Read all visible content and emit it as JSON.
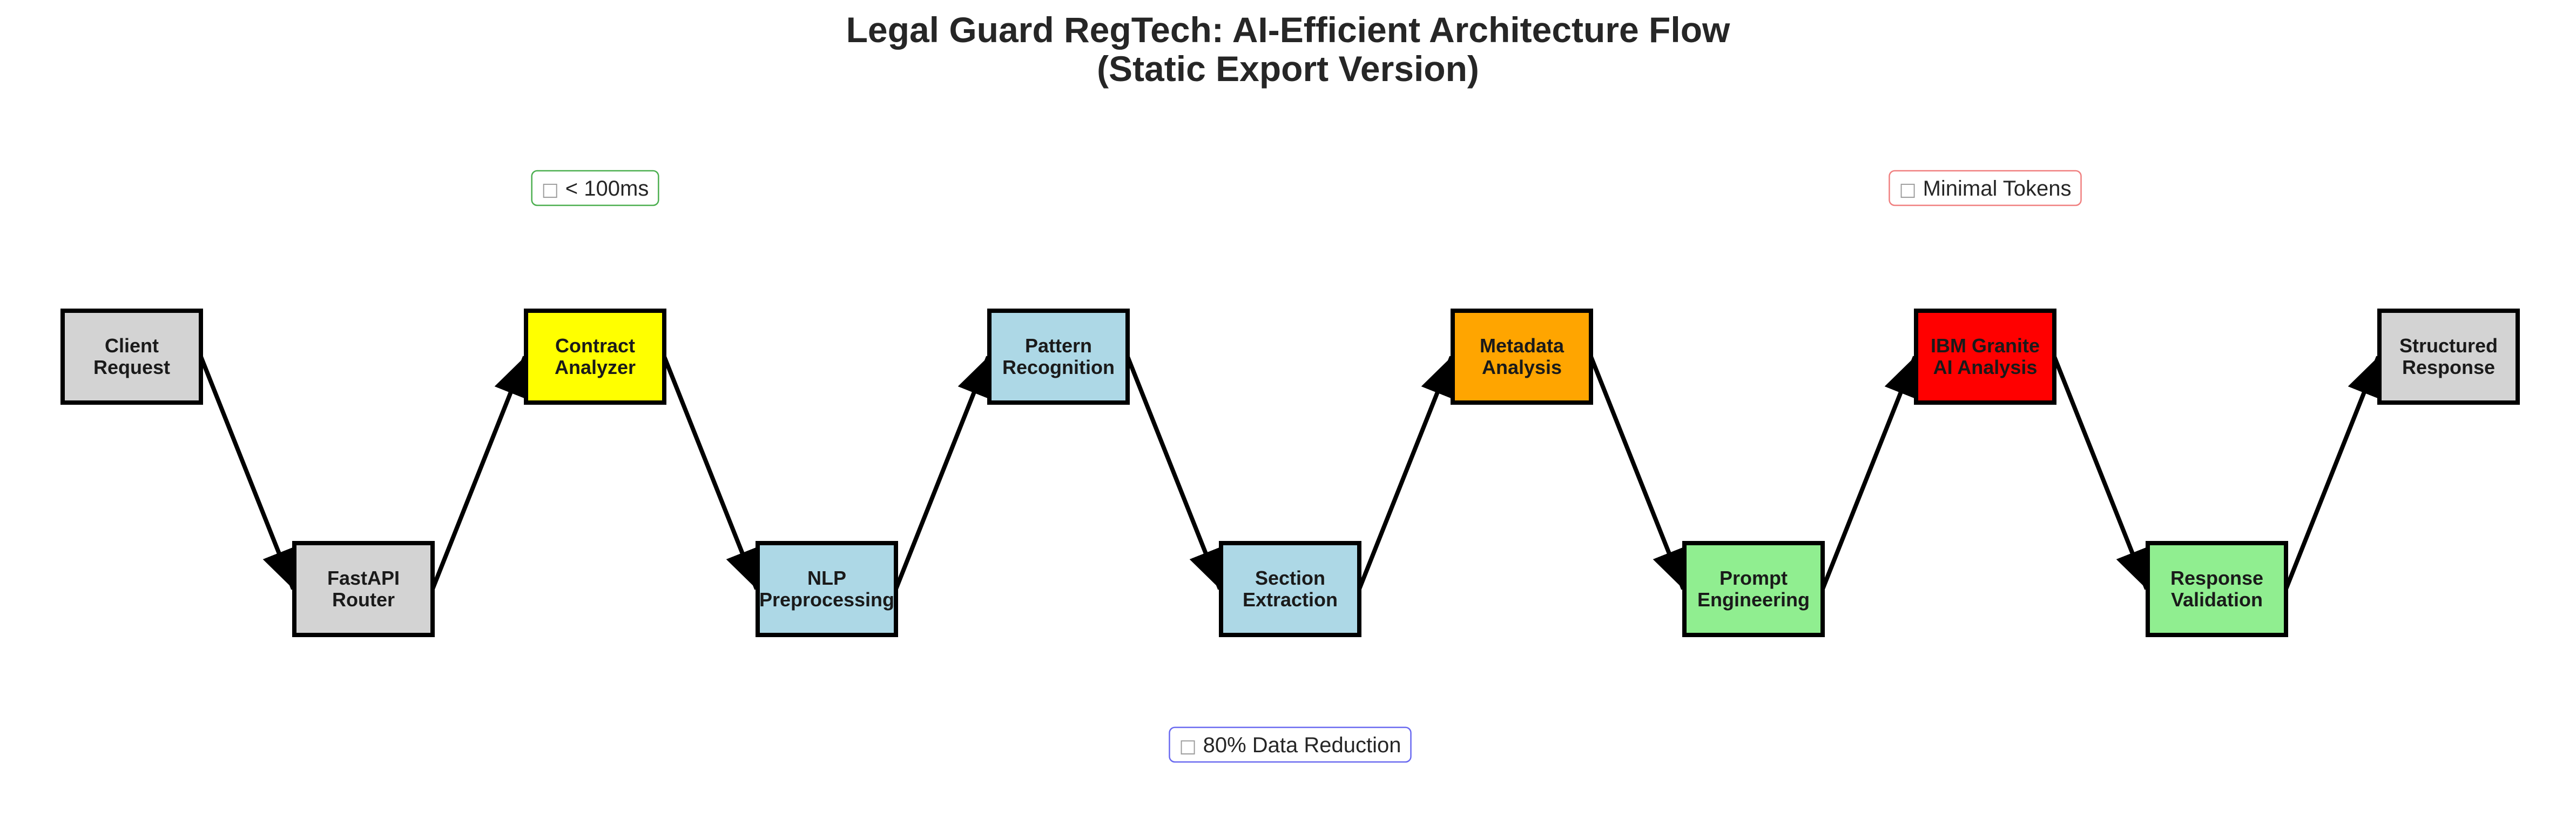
{
  "title": {
    "line1": "Legal Guard RegTech: AI-Efficient Architecture Flow",
    "line2": "(Static Export Version)"
  },
  "nodes": [
    {
      "id": "client-request",
      "lines": [
        "Client",
        "Request"
      ],
      "color": "#d3d3d3",
      "row": "top"
    },
    {
      "id": "fastapi-router",
      "lines": [
        "FastAPI",
        "Router"
      ],
      "color": "#d3d3d3",
      "row": "bottom"
    },
    {
      "id": "contract-analyzer",
      "lines": [
        "Contract",
        "Analyzer"
      ],
      "color": "#ffff00",
      "row": "top"
    },
    {
      "id": "nlp-preprocessing",
      "lines": [
        "NLP",
        "Preprocessing"
      ],
      "color": "#add8e6",
      "row": "bottom"
    },
    {
      "id": "pattern-recognition",
      "lines": [
        "Pattern",
        "Recognition"
      ],
      "color": "#add8e6",
      "row": "top"
    },
    {
      "id": "section-extraction",
      "lines": [
        "Section",
        "Extraction"
      ],
      "color": "#add8e6",
      "row": "bottom"
    },
    {
      "id": "metadata-analysis",
      "lines": [
        "Metadata",
        "Analysis"
      ],
      "color": "#ffa500",
      "row": "top"
    },
    {
      "id": "prompt-engineering",
      "lines": [
        "Prompt",
        "Engineering"
      ],
      "color": "#90ee90",
      "row": "bottom"
    },
    {
      "id": "ibm-granite-ai-analysis",
      "lines": [
        "IBM Granite",
        "AI Analysis"
      ],
      "color": "#ff0000",
      "row": "top"
    },
    {
      "id": "response-validation",
      "lines": [
        "Response",
        "Validation"
      ],
      "color": "#90ee90",
      "row": "bottom"
    },
    {
      "id": "structured-response",
      "lines": [
        "Structured",
        "Response"
      ],
      "color": "#d3d3d3",
      "row": "top"
    }
  ],
  "badges": [
    {
      "id": "latency",
      "icon": "□",
      "text": "< 100ms",
      "border": "#4caf50",
      "near_node": 2,
      "position": "above"
    },
    {
      "id": "tokens",
      "icon": "□",
      "text": "Minimal Tokens",
      "border": "#f08080",
      "near_node": 8,
      "position": "above"
    },
    {
      "id": "reduction",
      "icon": "□",
      "text": "80% Data Reduction",
      "border": "#6a6af0",
      "near_node": 5,
      "position": "below"
    }
  ],
  "colors": {
    "stroke": "#000000",
    "arrow": "#000000",
    "background": "#ffffff"
  }
}
